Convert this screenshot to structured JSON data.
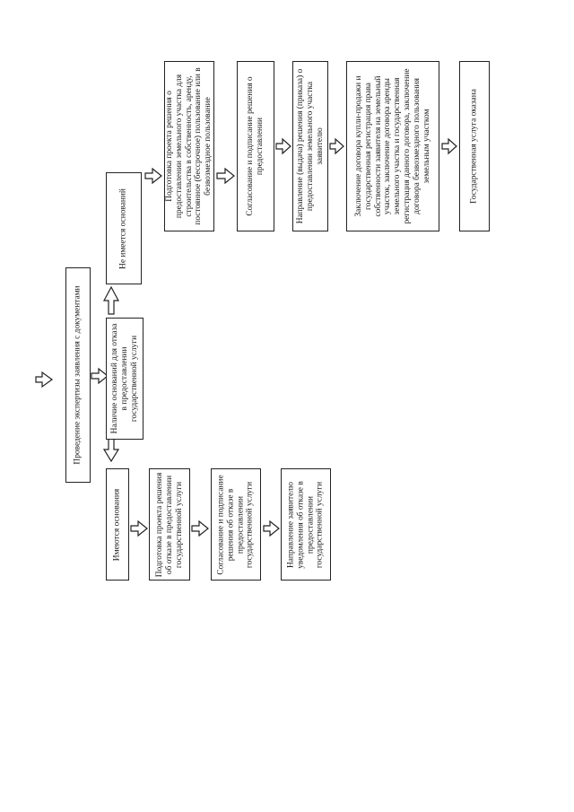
{
  "diagram": {
    "start": "Проведение экспертизы заявления с документами",
    "decision": "Наличие оснований для отказа в предоставлении государственной услуги",
    "branch_yes": {
      "label": "Имеются основания",
      "steps": [
        "Подготовка проекта решения об отказе в предоставлении государственной услуги",
        "Согласование и подписание решения об отказе в предоставлении государственной услуги",
        "Направление заявителю уведомления об отказе в предоставлении государственной услуги"
      ]
    },
    "branch_no": {
      "label": "Не имеется оснований",
      "steps": [
        "Подготовка проекта решения о предоставлении земельного участка для строительства в собственность, аренду, постоянное (бессрочное) пользование или в безвозмездное пользование",
        "Согласование и подписание решения о предоставлении",
        "Направление (выдача) решения (приказа) о предоставлении земельного участка заявителю",
        "Заключение договора купли-продажи и государственная регистрация права собственности заявителя на земельный участок, заключение договора аренды земельного участка и государственная регистрация данного договора, заключение договора безвозмездного пользования земельным участком",
        "Государственная услуга оказана"
      ]
    }
  }
}
